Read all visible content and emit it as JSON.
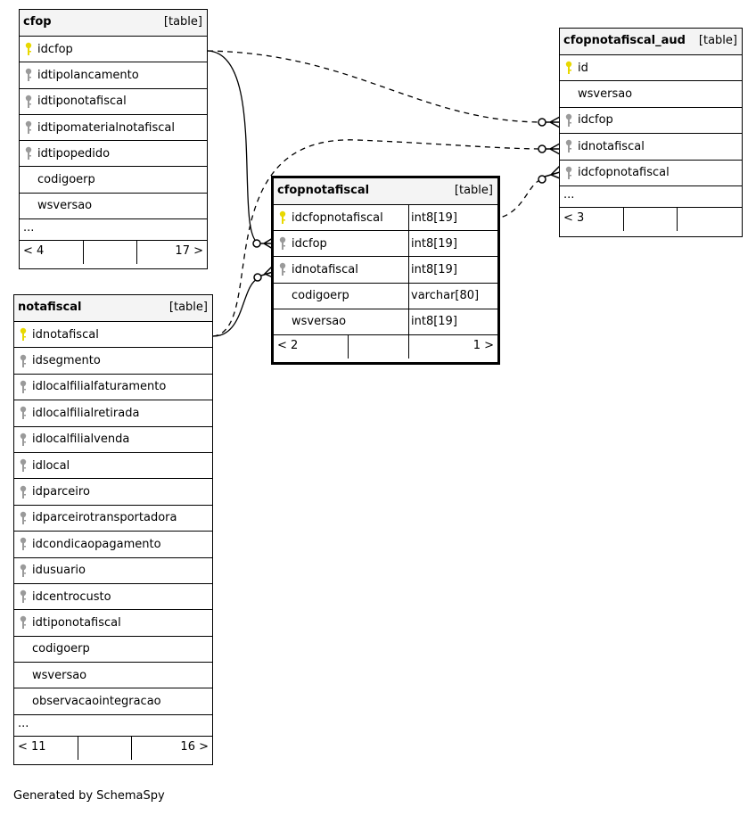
{
  "tables": [
    {
      "id": "cfop",
      "name": "cfop",
      "type": "[table]",
      "focus": false,
      "columns": [
        {
          "name": "idcfop",
          "key": "primary"
        },
        {
          "name": "idtipolancamento",
          "key": "foreign"
        },
        {
          "name": "idtiponotafiscal",
          "key": "foreign"
        },
        {
          "name": "idtipomaterialnotafiscal",
          "key": "foreign"
        },
        {
          "name": "idtipopedido",
          "key": "foreign"
        },
        {
          "name": "codigoerp",
          "key": ""
        },
        {
          "name": "wsversao",
          "key": ""
        }
      ],
      "ellipsis": "...",
      "footer": [
        "< 4",
        "",
        "17 >"
      ]
    },
    {
      "id": "notafiscal",
      "name": "notafiscal",
      "type": "[table]",
      "focus": false,
      "columns": [
        {
          "name": "idnotafiscal",
          "key": "primary"
        },
        {
          "name": "idsegmento",
          "key": "foreign"
        },
        {
          "name": "idlocalfilialfaturamento",
          "key": "foreign"
        },
        {
          "name": "idlocalfilialretirada",
          "key": "foreign"
        },
        {
          "name": "idlocalfilialvenda",
          "key": "foreign"
        },
        {
          "name": "idlocal",
          "key": "foreign"
        },
        {
          "name": "idparceiro",
          "key": "foreign"
        },
        {
          "name": "idparceirotransportadora",
          "key": "foreign"
        },
        {
          "name": "idcondicaopagamento",
          "key": "foreign"
        },
        {
          "name": "idusuario",
          "key": "foreign"
        },
        {
          "name": "idcentrocusto",
          "key": "foreign"
        },
        {
          "name": "idtiponotafiscal",
          "key": "foreign"
        },
        {
          "name": "codigoerp",
          "key": ""
        },
        {
          "name": "wsversao",
          "key": ""
        },
        {
          "name": "observacaointegracao",
          "key": ""
        }
      ],
      "ellipsis": "...",
      "footer": [
        "< 11",
        "",
        "16 >"
      ]
    },
    {
      "id": "cfopnotafiscal",
      "name": "cfopnotafiscal",
      "type": "[table]",
      "focus": true,
      "columns": [
        {
          "name": "idcfopnotafiscal",
          "key": "primary",
          "type": "int8[19]"
        },
        {
          "name": "idcfop",
          "key": "foreign",
          "type": "int8[19]"
        },
        {
          "name": "idnotafiscal",
          "key": "foreign",
          "type": "int8[19]"
        },
        {
          "name": "codigoerp",
          "key": "",
          "type": "varchar[80]"
        },
        {
          "name": "wsversao",
          "key": "",
          "type": "int8[19]"
        }
      ],
      "ellipsis": "",
      "footer": [
        "< 2",
        "",
        "1 >"
      ]
    },
    {
      "id": "cfopnotafiscal_aud",
      "name": "cfopnotafiscal_aud",
      "type": "[table]",
      "focus": false,
      "columns": [
        {
          "name": "id",
          "key": "primary"
        },
        {
          "name": "wsversao",
          "key": ""
        },
        {
          "name": "idcfop",
          "key": "foreign"
        },
        {
          "name": "idnotafiscal",
          "key": "foreign"
        },
        {
          "name": "idcfopnotafiscal",
          "key": "foreign"
        }
      ],
      "ellipsis": "...",
      "footer": [
        "< 3",
        "",
        ""
      ]
    }
  ],
  "colors": {
    "primary_key": "#e8d800",
    "foreign_key": "#9a9a9a",
    "border": "#000000",
    "header_bg": "#f4f4f4"
  },
  "footer_note": "Generated by SchemaSpy"
}
